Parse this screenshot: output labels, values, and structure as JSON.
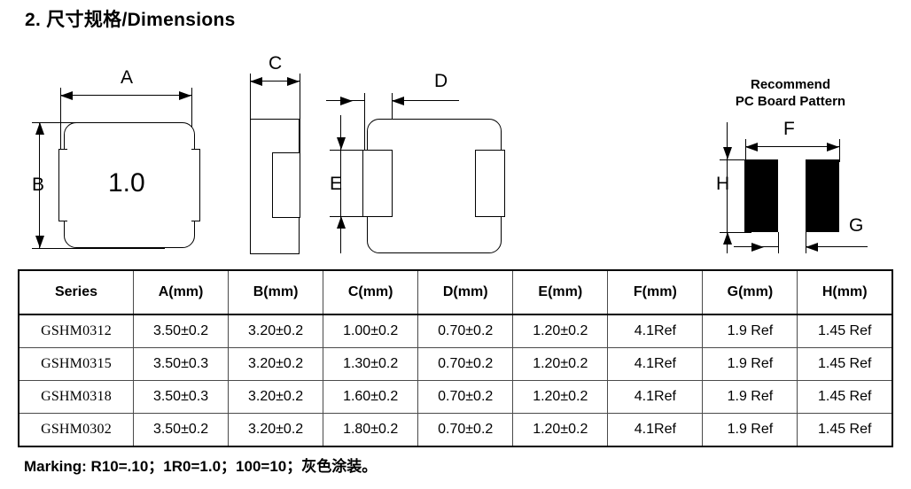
{
  "page": {
    "title": "2. 尺寸规格/Dimensions",
    "marking_note": "Marking: R10=.10；1R0=1.0；100=10；灰色涂装。"
  },
  "figures": {
    "top_view": {
      "name": "top-view",
      "body_marking": "1.0",
      "dim_width_label": "A",
      "dim_height_label": "B"
    },
    "side_view": {
      "name": "side-view",
      "dim_width_label": "C"
    },
    "bottom_view": {
      "name": "bottom-view",
      "dim_pad_width_label": "D",
      "dim_pad_height_label": "E"
    },
    "pcb_pattern": {
      "name": "recommend-pc-board-pattern",
      "title_line1": "Recommend",
      "title_line2": "PC Board Pattern",
      "dim_span_label": "F",
      "dim_gap_label": "G",
      "dim_height_label": "H"
    }
  },
  "table": {
    "headers": [
      "Series",
      "A(mm)",
      "B(mm)",
      "C(mm)",
      "D(mm)",
      "E(mm)",
      "F(mm)",
      "G(mm)",
      "H(mm)"
    ],
    "rows": [
      {
        "series": "GSHM0312",
        "a": "3.50±0.2",
        "b": "3.20±0.2",
        "c": "1.00±0.2",
        "d": "0.70±0.2",
        "e": "1.20±0.2",
        "f": "4.1Ref",
        "g": "1.9 Ref",
        "h": "1.45 Ref"
      },
      {
        "series": "GSHM0315",
        "a": "3.50±0.3",
        "b": "3.20±0.2",
        "c": "1.30±0.2",
        "d": "0.70±0.2",
        "e": "1.20±0.2",
        "f": "4.1Ref",
        "g": "1.9 Ref",
        "h": "1.45 Ref"
      },
      {
        "series": "GSHM0318",
        "a": "3.50±0.3",
        "b": "3.20±0.2",
        "c": "1.60±0.2",
        "d": "0.70±0.2",
        "e": "1.20±0.2",
        "f": "4.1Ref",
        "g": "1.9 Ref",
        "h": "1.45 Ref"
      },
      {
        "series": "GSHM0302",
        "a": "3.50±0.2",
        "b": "3.20±0.2",
        "c": "1.80±0.2",
        "d": "0.70±0.2",
        "e": "1.20±0.2",
        "f": "4.1Ref",
        "g": "1.9 Ref",
        "h": "1.45 Ref"
      }
    ]
  },
  "colors": {
    "ink": "#000000",
    "background": "#ffffff",
    "grid_line": "#4a4a4a"
  }
}
